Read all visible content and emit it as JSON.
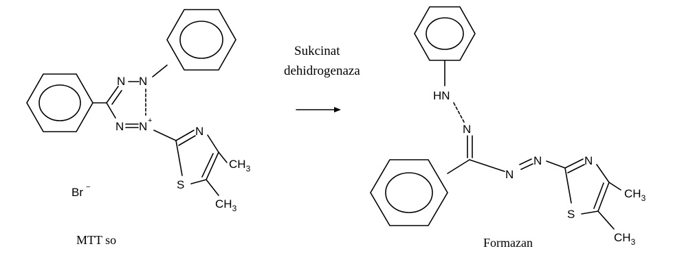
{
  "reaction": {
    "enzyme_line1": "Sukcinat",
    "enzyme_line2": "dehidrogenaza"
  },
  "reactant": {
    "caption": "MTT so",
    "counter_ion": "Br",
    "counter_ion_charge": "−",
    "atoms": {
      "n1": "N",
      "n2": "N",
      "n3": "N",
      "n4": "N",
      "n4_charge": "+",
      "thiazole_n": "N",
      "thiazole_s": "S",
      "methyl_a": "CH",
      "methyl_a_sub": "3",
      "methyl_b": "CH",
      "methyl_b_sub": "3"
    }
  },
  "product": {
    "caption": "Formazan",
    "atoms": {
      "hn": "HN",
      "n_a": "N",
      "n_b": "N",
      "n_c": "N",
      "thiazole_n": "N",
      "thiazole_s": "S",
      "methyl_a": "CH",
      "methyl_a_sub": "3",
      "methyl_b": "CH",
      "methyl_b_sub": "3"
    }
  }
}
